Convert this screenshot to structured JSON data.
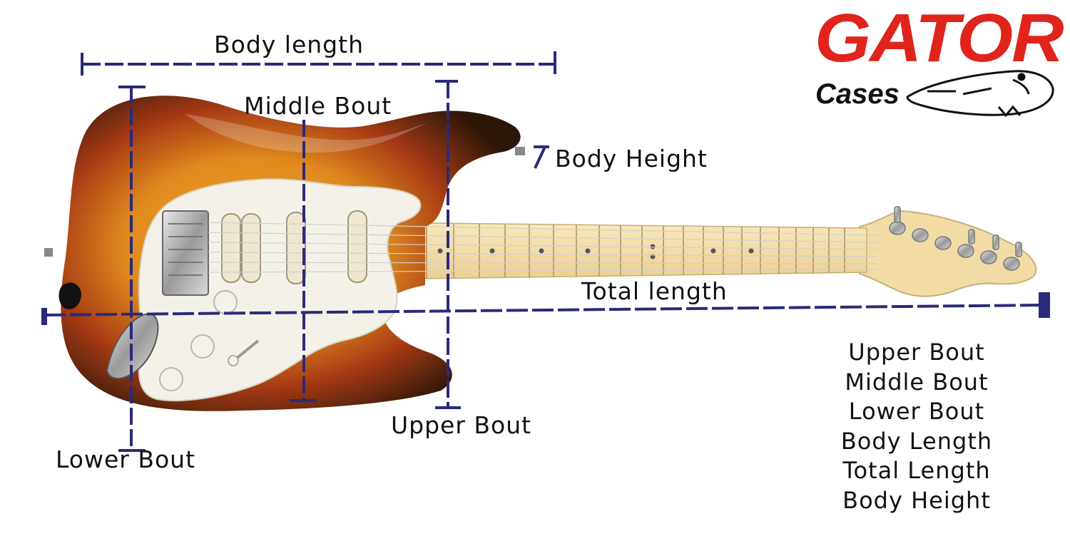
{
  "brand": {
    "wordmark": "GATOR",
    "subtitle": "Cases",
    "color": "#e0241b"
  },
  "labels": {
    "body_length": "Body length",
    "middle_bout": "Middle Bout",
    "body_height": "Body Height",
    "total_length": "Total length",
    "upper_bout": "Upper Bout",
    "lower_bout": "Lower Bout"
  },
  "legend": [
    "Upper Bout",
    "Middle Bout",
    "Lower Bout",
    "Body Length",
    "Total Length",
    "Body Height"
  ],
  "colors": {
    "dimension_line": "#2a2a7a",
    "sunburst_edge": "#2b1608",
    "sunburst_mid": "#a63a14",
    "sunburst_center": "#f0a028",
    "pickguard": "#f4f2e8",
    "maple": "#f4dfaa"
  }
}
